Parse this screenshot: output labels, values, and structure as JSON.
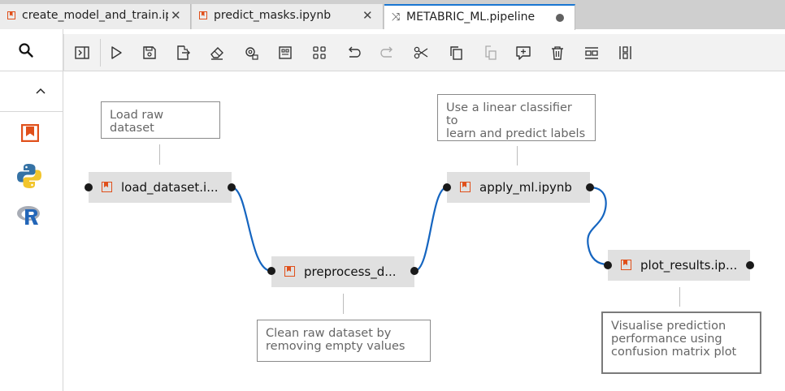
{
  "tabs": [
    {
      "label": "create_model_and_train.ipy",
      "type": "notebook"
    },
    {
      "label": "predict_masks.ipynb",
      "type": "notebook"
    },
    {
      "label": "METABRIC_ML.pipeline",
      "type": "pipeline"
    }
  ],
  "sidebar": {
    "items": [
      "search-icon",
      "collapse-chevron",
      "notebook-icon",
      "python-icon",
      "r-icon"
    ]
  },
  "toolbar": {
    "buttons": [
      "open-panel",
      "run",
      "save",
      "export",
      "clear",
      "open-runtimes",
      "open-components",
      "add-components",
      "undo",
      "redo",
      "cut",
      "copy",
      "paste",
      "add-comment",
      "delete",
      "arrange-horizontal",
      "arrange-vertical"
    ]
  },
  "pipeline": {
    "nodes": [
      {
        "label": "load_dataset.i..."
      },
      {
        "label": "preprocess_d..."
      },
      {
        "label": "apply_ml.ipynb"
      },
      {
        "label": "plot_results.ip..."
      }
    ],
    "comments": [
      {
        "text": "Load raw dataset"
      },
      {
        "text": "Clean raw dataset by\nremoving empty values"
      },
      {
        "text": "Use a linear classifier to\nlearn and predict labels"
      },
      {
        "text": "Visualise prediction\nperformance using\nconfusion matrix plot"
      }
    ]
  },
  "colors": {
    "accent": "#1976d2",
    "notebook": "#e0501b",
    "link": "#1565c0"
  }
}
